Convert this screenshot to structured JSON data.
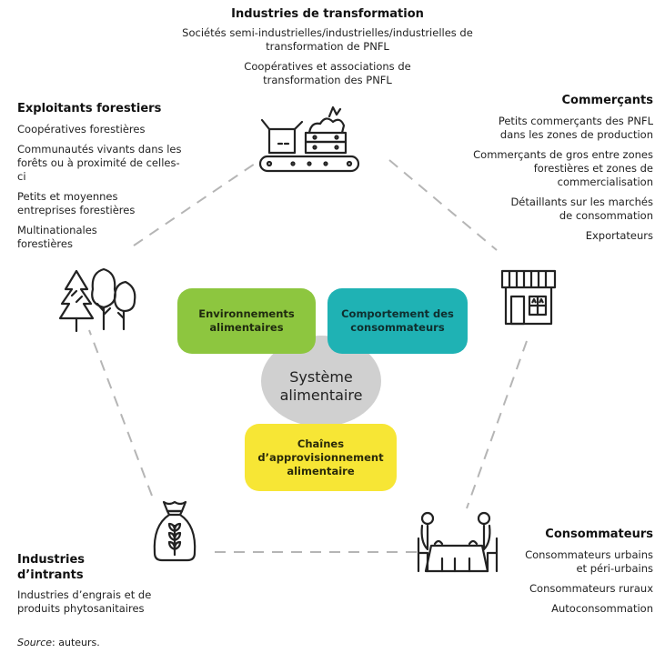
{
  "actors": {
    "transformation": {
      "title": "Industries de transformation",
      "items": [
        "Sociétés semi-industrielles/industrielles/industrielles de transformation de PNFL",
        "Coopératives et associations de transformation des PNFL"
      ]
    },
    "forestiers": {
      "title": "Exploitants forestiers",
      "items": [
        "Coopératives forestières",
        "Communautés vivants dans les forêts ou à proximité de celles-ci",
        "Petits et moyennes entreprises forestières",
        "Multinationales forestières"
      ]
    },
    "commercants": {
      "title": "Commerçants",
      "items": [
        "Petits commerçants des PNFL dans les zones de production",
        "Commerçants de gros entre zones forestières et zones de commercialisation",
        "Détaillants sur les marchés de consommation",
        "Exportateurs"
      ]
    },
    "intrants": {
      "title": "Industries d’intrants",
      "items": [
        "Industries d’engrais et de produits phytosanitaires"
      ]
    },
    "consommateurs": {
      "title": "Consommateurs",
      "items": [
        "Consommateurs urbains et péri-urbains",
        "Consommateurs ruraux",
        "Autoconsommation"
      ]
    }
  },
  "center": {
    "label": "Système alimentaire",
    "env": "Environnements alimentaires",
    "comp": "Comportement des consommateurs",
    "chain": "Chaînes d’approvisionnement alimentaire"
  },
  "colors": {
    "green": "#8dc63f",
    "teal": "#1fb2b4",
    "yellow": "#f7e635",
    "grey": "#d0d0d0",
    "dash": "#b5b5b5"
  },
  "icons": [
    "factory-conveyor-icon",
    "trees-icon",
    "shop-icon",
    "grain-sack-icon",
    "diners-table-icon"
  ],
  "source": {
    "label": "Source",
    "text": ": auteurs."
  }
}
